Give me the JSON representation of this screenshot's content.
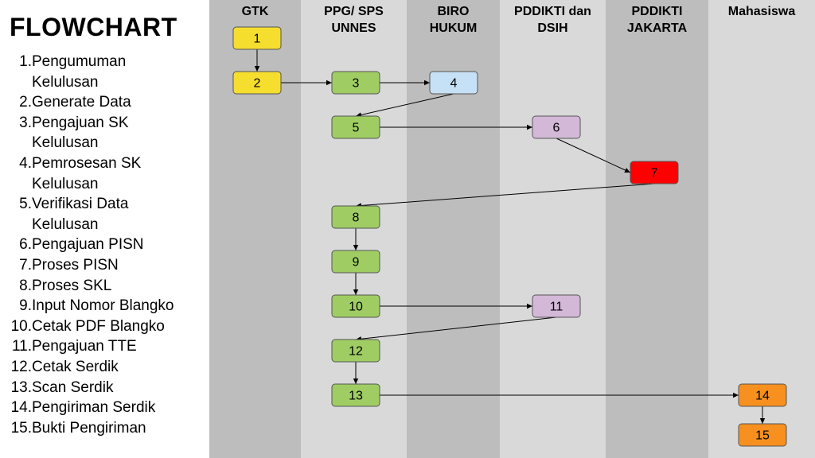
{
  "title": "FLOWCHART",
  "steps": [
    {
      "num": "1.",
      "text": "Pengumuman Kelulusan"
    },
    {
      "num": "2.",
      "text": "Generate Data"
    },
    {
      "num": "3.",
      "text": "Pengajuan SK Kelulusan"
    },
    {
      "num": "4.",
      "text": "Pemrosesan SK Kelulusan"
    },
    {
      "num": "5.",
      "text": "Verifikasi Data Kelulusan"
    },
    {
      "num": "6.",
      "text": "Pengajuan PISN"
    },
    {
      "num": "7.",
      "text": "Proses PISN"
    },
    {
      "num": "8.",
      "text": "Proses SKL"
    },
    {
      "num": "9.",
      "text": "Input Nomor Blangko"
    },
    {
      "num": "10.",
      "text": "Cetak PDF Blangko"
    },
    {
      "num": "11.",
      "text": "Pengajuan TTE"
    },
    {
      "num": "12.",
      "text": "Cetak Serdik"
    },
    {
      "num": "13.",
      "text": "Scan Serdik"
    },
    {
      "num": "14.",
      "text": "Pengiriman Serdik"
    },
    {
      "num": "15.",
      "text": "Bukti Pengiriman"
    }
  ],
  "lanes": [
    {
      "line1": "GTK",
      "line2": "",
      "color": "#bdbdbd"
    },
    {
      "line1": "PPG/ SPS",
      "line2": "UNNES",
      "color": "#d9d9d9"
    },
    {
      "line1": "BIRO",
      "line2": "HUKUM",
      "color": "#bdbdbd"
    },
    {
      "line1": "PDDIKTI dan",
      "line2": "DSIH",
      "color": "#d9d9d9"
    },
    {
      "line1": "PDDIKTI",
      "line2": "JAKARTA",
      "color": "#bdbdbd"
    },
    {
      "line1": "Mahasiswa",
      "line2": "",
      "color": "#d9d9d9"
    }
  ],
  "nodes": [
    {
      "id": "1",
      "lane": 0,
      "color": "#f6de2f"
    },
    {
      "id": "2",
      "lane": 0,
      "color": "#f6de2f"
    },
    {
      "id": "3",
      "lane": 1,
      "color": "#9fcd63"
    },
    {
      "id": "4",
      "lane": 2,
      "color": "#c6e1f5"
    },
    {
      "id": "5",
      "lane": 1,
      "color": "#9fcd63"
    },
    {
      "id": "6",
      "lane": 3,
      "color": "#d4b8d8"
    },
    {
      "id": "7",
      "lane": 4,
      "color": "#ff0000"
    },
    {
      "id": "8",
      "lane": 1,
      "color": "#9fcd63"
    },
    {
      "id": "9",
      "lane": 1,
      "color": "#9fcd63"
    },
    {
      "id": "10",
      "lane": 1,
      "color": "#9fcd63"
    },
    {
      "id": "11",
      "lane": 3,
      "color": "#d4b8d8"
    },
    {
      "id": "12",
      "lane": 1,
      "color": "#9fcd63"
    },
    {
      "id": "13",
      "lane": 1,
      "color": "#9fcd63"
    },
    {
      "id": "14",
      "lane": 5,
      "color": "#f7901e"
    },
    {
      "id": "15",
      "lane": 5,
      "color": "#f7901e"
    }
  ],
  "edges": [
    {
      "from": "1",
      "to": "2"
    },
    {
      "from": "2",
      "to": "3"
    },
    {
      "from": "3",
      "to": "4"
    },
    {
      "from": "4",
      "to": "5"
    },
    {
      "from": "5",
      "to": "6"
    },
    {
      "from": "6",
      "to": "7"
    },
    {
      "from": "7",
      "to": "8"
    },
    {
      "from": "8",
      "to": "9"
    },
    {
      "from": "9",
      "to": "10"
    },
    {
      "from": "10",
      "to": "11"
    },
    {
      "from": "11",
      "to": "12"
    },
    {
      "from": "12",
      "to": "13"
    },
    {
      "from": "13",
      "to": "14"
    },
    {
      "from": "14",
      "to": "15"
    }
  ]
}
